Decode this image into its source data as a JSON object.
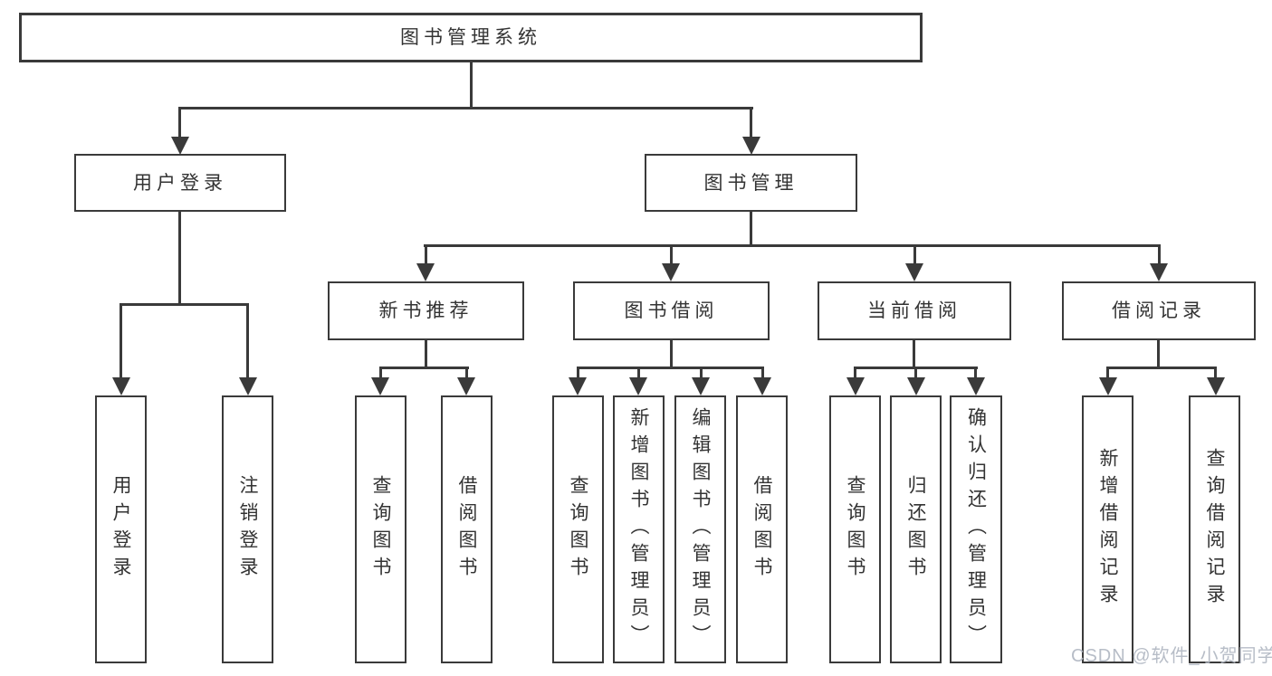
{
  "title": "图书管理系统",
  "nodes": {
    "login": "用户登录",
    "management": "图书管理",
    "login_children": [
      "用户登录",
      "注销登录"
    ],
    "recommend": "新书推荐",
    "recommend_children": [
      "查询图书",
      "借阅图书"
    ],
    "borrow": "图书借阅",
    "borrow_children": [
      "查询图书",
      "新增图书（管理员）",
      "编辑图书（管理员）",
      "借阅图书"
    ],
    "current": "当前借阅",
    "current_children": [
      "查询图书",
      "归还图书",
      "确认归还（管理员）"
    ],
    "records": "借阅记录",
    "records_children": [
      "新增借阅记录",
      "查询借阅记录"
    ]
  },
  "watermark": "CSDN @软件_小贺同学",
  "colors": {
    "line": "#3a3a3a",
    "text": "#333333",
    "background": "#ffffff",
    "watermark": "#b1b7c2"
  }
}
